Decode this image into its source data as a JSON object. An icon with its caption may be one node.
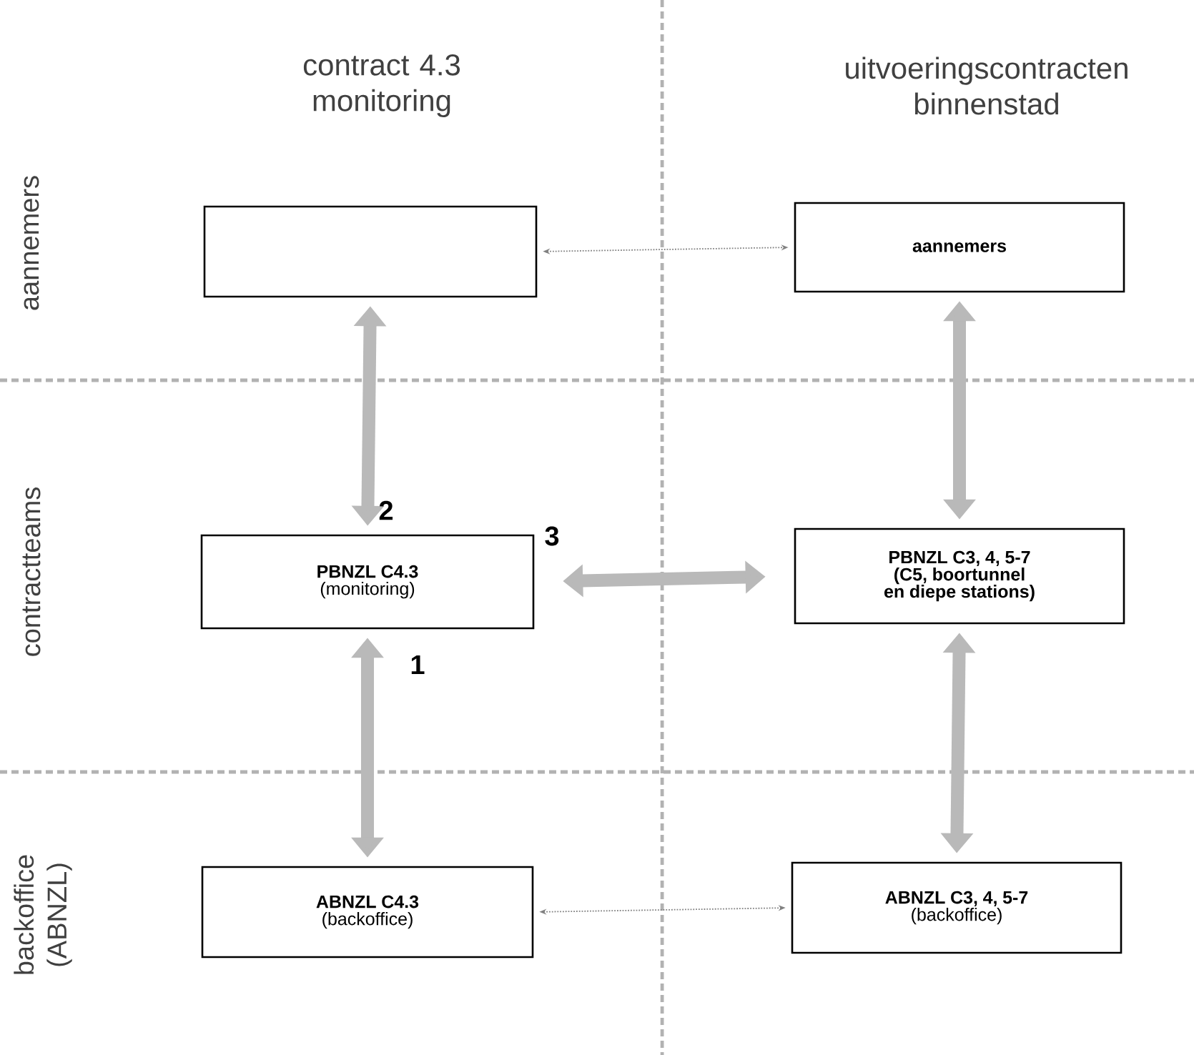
{
  "diagram": {
    "nodes": [
      {
        "text": [],
        "shape": "box"
      },
      {
        "text": [
          "aannemers"
        ]
      },
      {
        "text": [
          "PBNZL C4.3",
          "(monitoring)"
        ]
      },
      {
        "text": [
          "PBNZL C3, 4, 5-7",
          "(C5, boortunnel en diepe stations)"
        ]
      },
      {
        "text": [
          "ABNZL C4.3",
          "(backoffice)"
        ]
      },
      {
        "text": [
          "ABNZL C3, 4, 5-7",
          "(backoffice)"
        ]
      }
    ],
    "edges": [
      {
        "from": 0,
        "to": 1,
        "arrow": "both",
        "style": "dashed"
      },
      {
        "from": 0,
        "to": 2,
        "arrow": "both",
        "label": "2"
      },
      {
        "from": 1,
        "to": 3,
        "arrow": "both"
      },
      {
        "from": 2,
        "to": 3,
        "arrow": "both",
        "label": "3"
      },
      {
        "from": 2,
        "to": 4,
        "arrow": "both",
        "label": "1"
      },
      {
        "from": 3,
        "to": 5,
        "arrow": "both"
      },
      {
        "from": 4,
        "to": 5,
        "arrow": "both",
        "style": "dashed"
      }
    ],
    "labels": [
      "contract 4.3 monitoring",
      "uitvoeringscontracten binnenstad",
      "aannemers",
      "contractteams",
      "backoffice (ABNZL)"
    ]
  }
}
